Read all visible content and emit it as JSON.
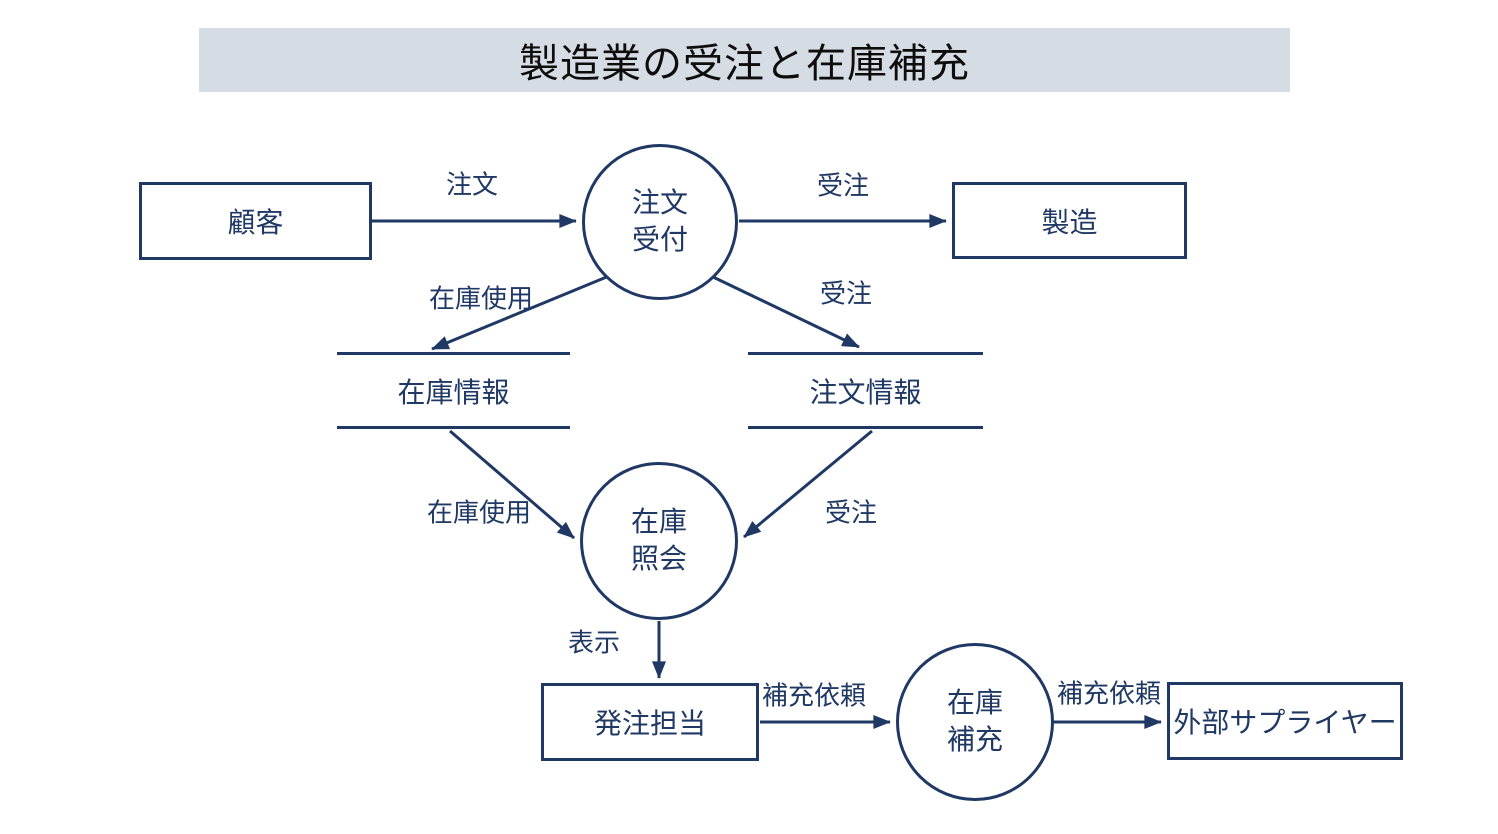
{
  "title": "製造業の受注と在庫補充",
  "colors": {
    "shape_stroke": "#1f3864",
    "title_background": "#d6dce4",
    "title_text": "#0d0d0d",
    "canvas_background": "#ffffff"
  },
  "diagram_type": "data-flow-diagram",
  "nodes": {
    "customer": {
      "label": "顧客",
      "kind": "external-entity"
    },
    "order_entry": {
      "line1": "注文",
      "line2": "受付",
      "kind": "process"
    },
    "manufacturing": {
      "label": "製造",
      "kind": "external-entity"
    },
    "inventory_store": {
      "label": "在庫情報",
      "kind": "data-store"
    },
    "order_store": {
      "label": "注文情報",
      "kind": "data-store"
    },
    "inventory_check": {
      "line1": "在庫",
      "line2": "照会",
      "kind": "process"
    },
    "order_clerk": {
      "label": "発注担当",
      "kind": "external-entity"
    },
    "inventory_refill": {
      "line1": "在庫",
      "line2": "補充",
      "kind": "process"
    },
    "supplier": {
      "label": "外部サプライヤー",
      "kind": "external-entity"
    }
  },
  "flow_labels": {
    "order": "注文",
    "received_top": "受注",
    "inventory_use_upper": "在庫使用",
    "received_mid": "受注",
    "inventory_use_lower": "在庫使用",
    "received_lower": "受注",
    "display": "表示",
    "refill_request_left": "補充依頼",
    "refill_request_right": "補充依頼"
  },
  "flows": [
    {
      "from": "顧客",
      "to": "注文受付",
      "label": "注文"
    },
    {
      "from": "注文受付",
      "to": "製造",
      "label": "受注"
    },
    {
      "from": "注文受付",
      "to": "在庫情報",
      "label": "在庫使用"
    },
    {
      "from": "注文受付",
      "to": "注文情報",
      "label": "受注"
    },
    {
      "from": "在庫情報",
      "to": "在庫照会",
      "label": "在庫使用"
    },
    {
      "from": "注文情報",
      "to": "在庫照会",
      "label": "受注"
    },
    {
      "from": "在庫照会",
      "to": "発注担当",
      "label": "表示"
    },
    {
      "from": "発注担当",
      "to": "在庫補充",
      "label": "補充依頼"
    },
    {
      "from": "在庫補充",
      "to": "外部サプライヤー",
      "label": "補充依頼"
    }
  ]
}
